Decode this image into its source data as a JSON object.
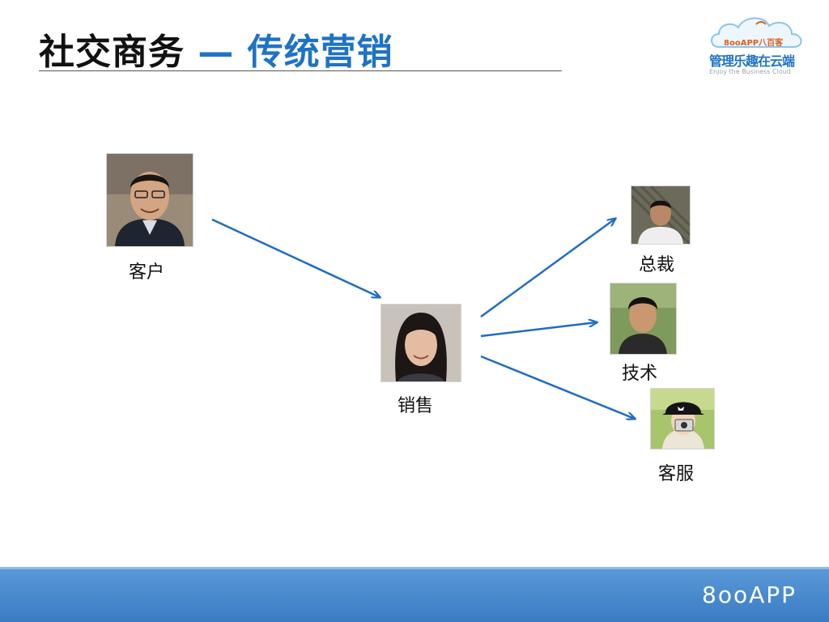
{
  "slide": {
    "title_part1": "社交商务",
    "title_part2": "— 传统营销"
  },
  "logo": {
    "brand": "8ooAPP八百客",
    "tagline": "管理乐趣在云端",
    "tagline_en": "Enjoy the Business Cloud"
  },
  "people": [
    {
      "id": "customer",
      "label": "客户",
      "photo": "customer-photo"
    },
    {
      "id": "sales",
      "label": "销售",
      "photo": "sales-photo"
    },
    {
      "id": "ceo",
      "label": "总裁",
      "photo": "ceo-photo"
    },
    {
      "id": "tech",
      "label": "技术",
      "photo": "tech-photo"
    },
    {
      "id": "service",
      "label": "客服",
      "photo": "service-photo"
    }
  ],
  "flows": [
    {
      "from": "客户",
      "to": "销售"
    },
    {
      "from": "销售",
      "to": "总裁"
    },
    {
      "from": "销售",
      "to": "技术"
    },
    {
      "from": "销售",
      "to": "客服"
    }
  ],
  "colors": {
    "accent": "#1f73c4",
    "arrow": "#1f6dc0",
    "footer": "#3f82c8"
  },
  "footer": {
    "brand": "8ooAPP"
  }
}
